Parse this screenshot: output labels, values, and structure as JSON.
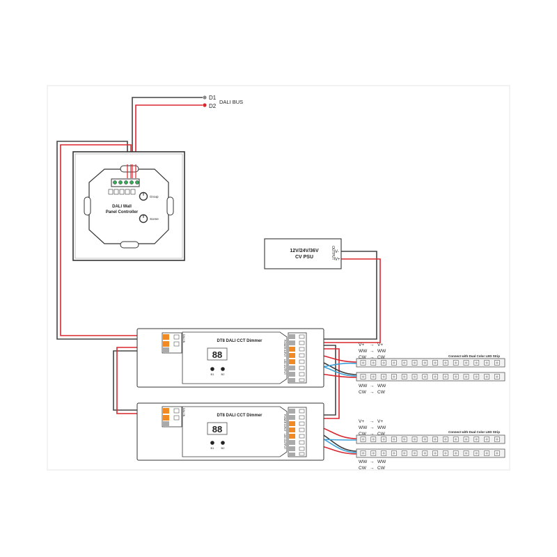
{
  "bus": {
    "d1": "D1",
    "d2": "D2",
    "title": "DALI BUS"
  },
  "wall_panel": {
    "title_line1": "DALI Wall",
    "title_line2": "Panel Controller",
    "knob1_label": "Group",
    "knob2_label": "Scene"
  },
  "psu": {
    "line1": "12V/24V/36V",
    "line2": "CV PSU",
    "output_label": "OUTPUT",
    "v_minus": "V-",
    "v_plus": "V+"
  },
  "dimmers": [
    {
      "title": "DT8 DALI CCT Dimmer",
      "display": "88",
      "btn1": "B1",
      "btn2": "B2",
      "dali_in": "DALI IN",
      "power_input": "POWER INPUT",
      "led_output": "LED OUTPUT"
    },
    {
      "title": "DT8 DALI CCT Dimmer",
      "display": "88",
      "btn1": "B1",
      "btn2": "B2",
      "dali_in": "DALI IN",
      "power_input": "POWER INPUT",
      "led_output": "LED OUTPUT"
    }
  ],
  "strips": [
    {
      "title": "Connect with Dual Color LED Strip",
      "map_top": [
        [
          "V+",
          "V+"
        ],
        [
          "WW",
          "WW"
        ],
        [
          "CW",
          "CW"
        ]
      ],
      "map_bottom": [
        [
          "WW",
          "WW"
        ],
        [
          "CW",
          "CW"
        ]
      ]
    },
    {
      "title": "Connect with Dual Color LED Strip",
      "map_top": [
        [
          "V+",
          "V+"
        ],
        [
          "WW",
          "WW"
        ],
        [
          "CW",
          "CW"
        ]
      ],
      "map_bottom": [
        [
          "WW",
          "WW"
        ],
        [
          "CW",
          "CW"
        ]
      ]
    }
  ],
  "colors": {
    "red_wire": "#d8262e",
    "black_wire": "#3a3a3a",
    "blue_wire": "#3aa0d8",
    "orange_terminal": "#f08a24",
    "strip_bg": "#f2f2f2"
  }
}
